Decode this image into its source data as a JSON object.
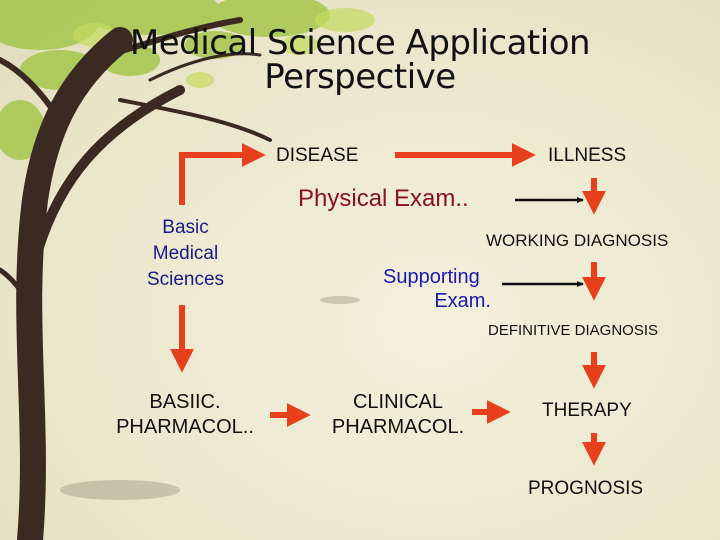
{
  "title": {
    "line1": "Medical Science Application",
    "line2": "Perspective"
  },
  "nodes": {
    "disease": "DISEASE",
    "illness": "ILLNESS",
    "physical_exam": "Physical Exam..",
    "basic_sciences": [
      "Basic",
      "Medical",
      "Sciences"
    ],
    "working_diagnosis": "WORKING DIAGNOSIS",
    "supporting_exam": [
      "Supporting",
      "Exam."
    ],
    "definitive_diagnosis": "DEFINITIVE DIAGNOSIS",
    "basic_pharmacol": [
      "BASIIC.",
      "PHARMACOL.."
    ],
    "clinical_pharmacol": [
      "CLINICAL",
      "PHARMACOL."
    ],
    "therapy": "THERAPY",
    "prognosis": "PROGNOSIS"
  },
  "colors": {
    "arrow": "#e8401c",
    "physical_exam": "#8b1020",
    "supporting_exam": "#1a1ab0",
    "black_arrow": "#111111"
  }
}
